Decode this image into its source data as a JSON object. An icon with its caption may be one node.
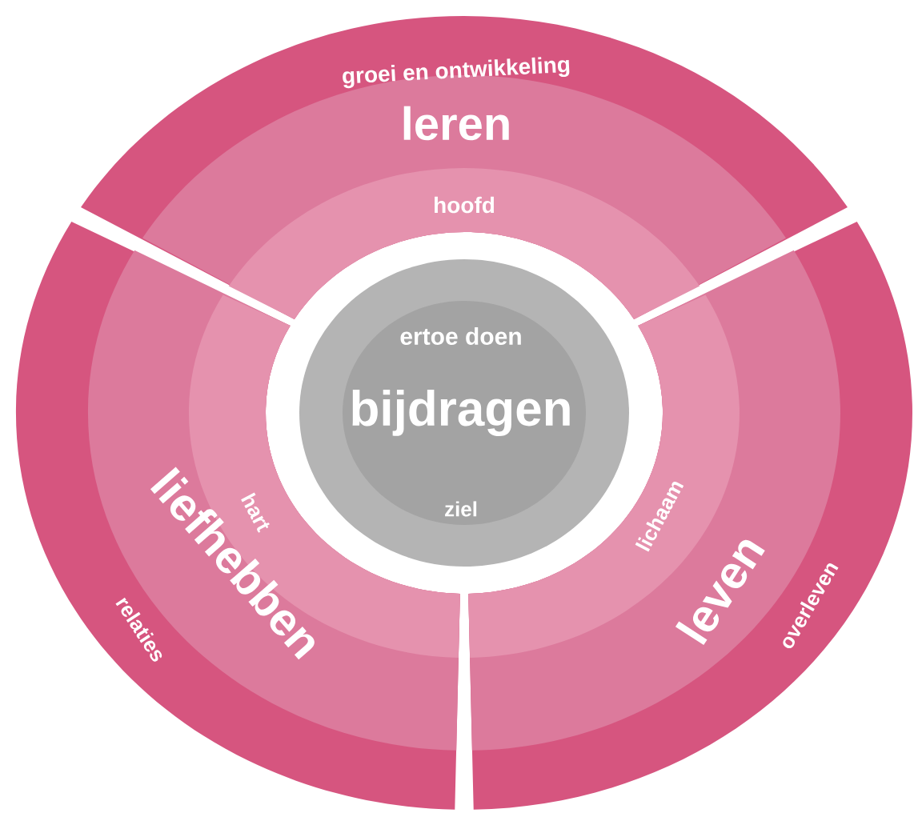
{
  "diagram": {
    "nodes": [
      {
        "text": [
          "groei en ontwikkeling",
          "leren",
          "hoofd"
        ]
      },
      {
        "text": [
          "relaties",
          "liefhebben",
          "hart"
        ]
      },
      {
        "text": [
          "lichaam",
          "leven",
          "overleven"
        ]
      },
      {
        "text": [
          "ertoe doen",
          "bijdragen",
          "ziel"
        ]
      }
    ]
  }
}
